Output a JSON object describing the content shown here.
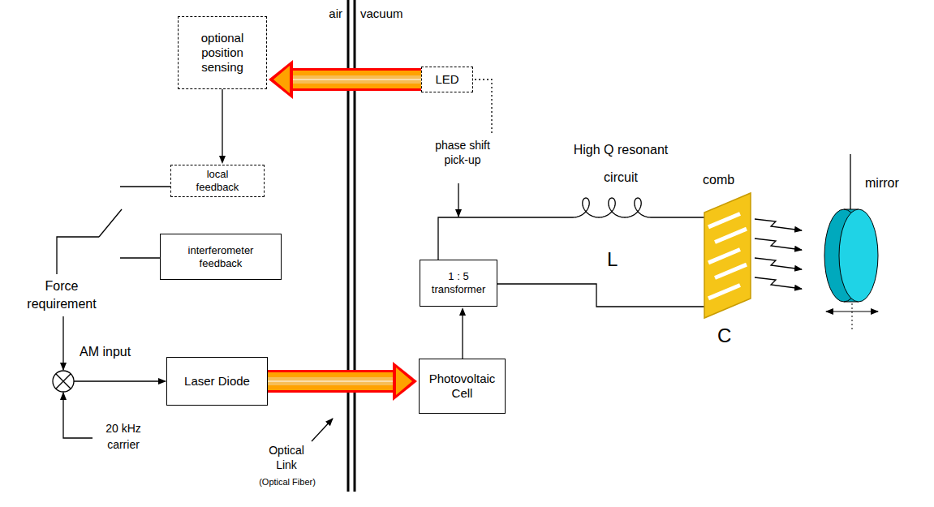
{
  "diagram": {
    "nodes": [
      {
        "text": [
          "optional position sensing"
        ]
      },
      {
        "text": [
          "LED"
        ]
      },
      {
        "text": [
          "local feedback"
        ]
      },
      {
        "text": [
          "interferometer feedback"
        ]
      },
      {
        "text": [
          "Laser Diode"
        ]
      },
      {
        "text": [
          "Photovoltaic Cell"
        ]
      },
      {
        "text": [
          "1 : 5 transformer"
        ]
      }
    ],
    "edges": [
      {
        "from": 1,
        "to": 0,
        "arrow": "to"
      },
      {
        "from": 0,
        "to": 2,
        "arrow": "to"
      },
      {
        "from": 4,
        "to": 5,
        "arrow": "to"
      },
      {
        "from": 5,
        "to": 6,
        "arrow": "to"
      }
    ],
    "labels": [
      "air",
      "vacuum",
      "phase shift pick-up",
      "High Q resonant circuit",
      "L",
      "comb",
      "C",
      "mirror",
      "Force requirement",
      "AM input",
      "20 kHz carrier",
      "Optical Link",
      "(Optical Fiber)"
    ]
  }
}
